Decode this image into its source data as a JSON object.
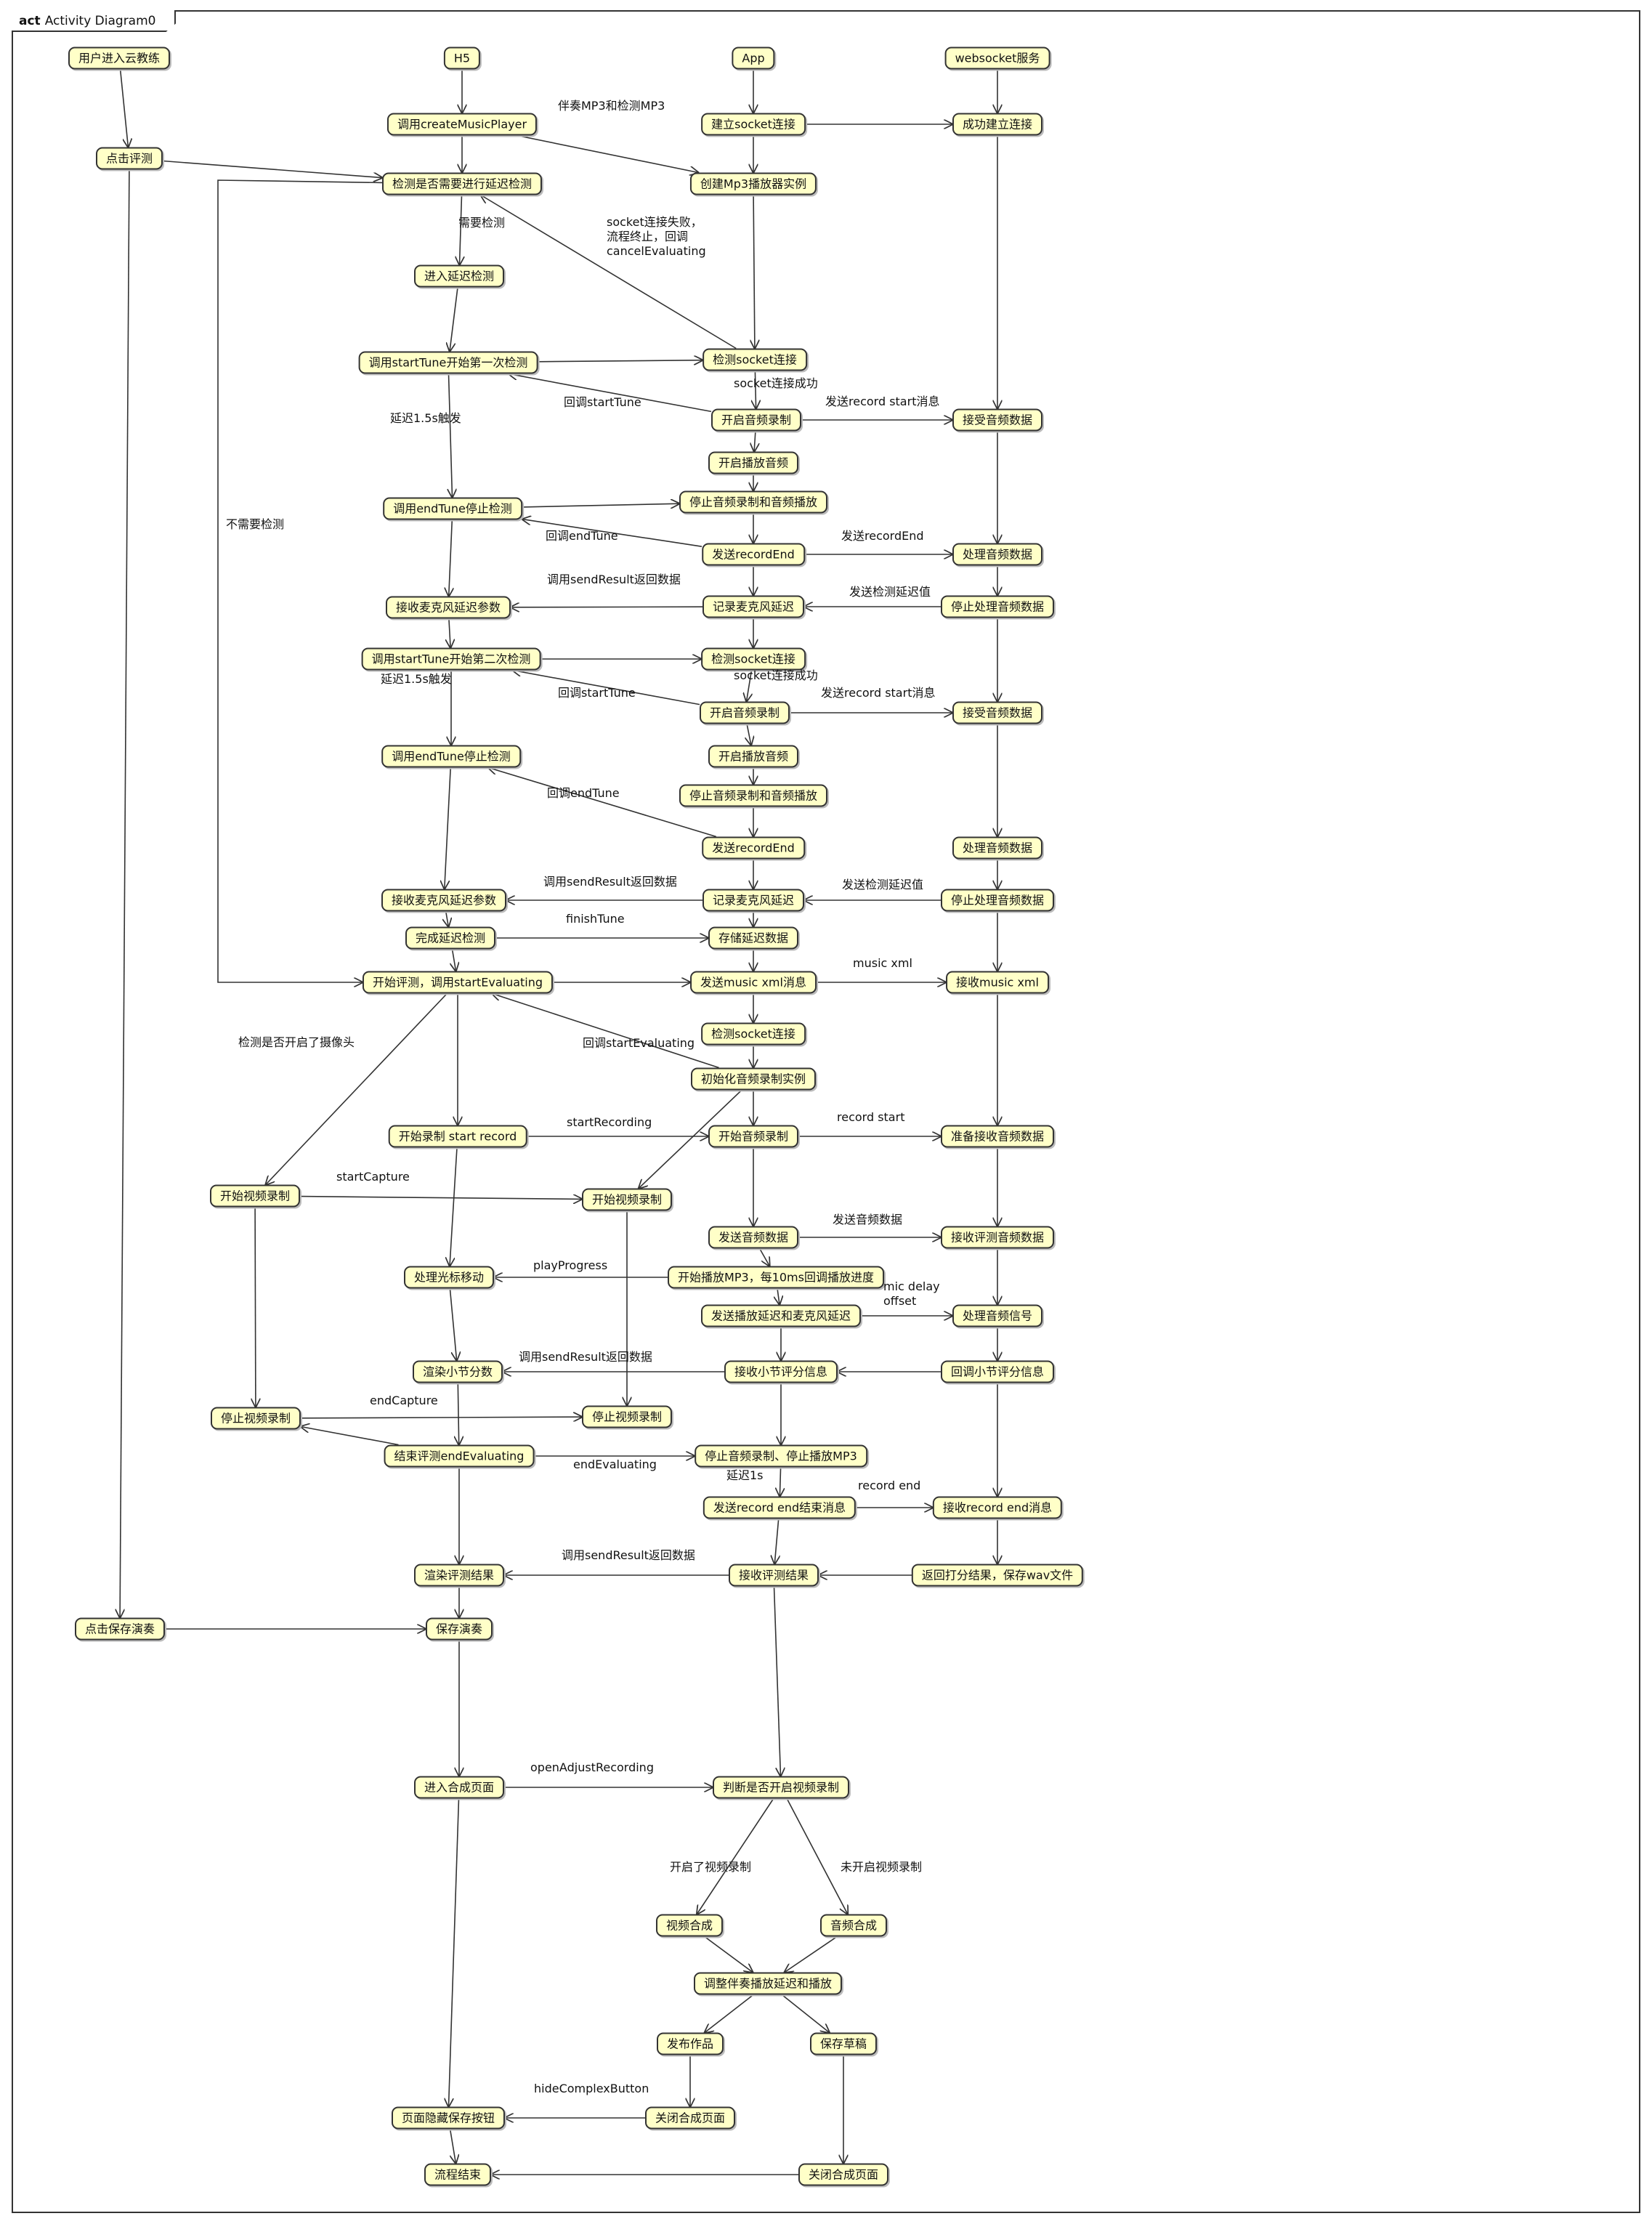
{
  "frame": {
    "keyword": "act",
    "title": "Activity Diagram0"
  },
  "nodes": [
    {
      "id": "user_enter",
      "label": "用户进入云教练"
    },
    {
      "id": "h5",
      "label": "H5"
    },
    {
      "id": "app",
      "label": "App"
    },
    {
      "id": "ws",
      "label": "websocket服务"
    },
    {
      "id": "create_player",
      "label": "调用createMusicPlayer"
    },
    {
      "id": "build_socket",
      "label": "建立socket连接"
    },
    {
      "id": "ws_connected",
      "label": "成功建立连接"
    },
    {
      "id": "click_eval",
      "label": "点击评测"
    },
    {
      "id": "check_delay",
      "label": "检测是否需要进行延迟检测"
    },
    {
      "id": "create_mp3",
      "label": "创建Mp3播放器实例"
    },
    {
      "id": "enter_delay",
      "label": "进入延迟检测"
    },
    {
      "id": "start_tune1",
      "label": "调用startTune开始第一次检测"
    },
    {
      "id": "check_socket1",
      "label": "检测socket连接"
    },
    {
      "id": "start_rec1",
      "label": "开启音频录制"
    },
    {
      "id": "ws_recv1",
      "label": "接受音频数据"
    },
    {
      "id": "start_play1",
      "label": "开启播放音频"
    },
    {
      "id": "end_tune1",
      "label": "调用endTune停止检测"
    },
    {
      "id": "stop_rec1",
      "label": "停止音频录制和音频播放"
    },
    {
      "id": "send_end1",
      "label": "发送recordEnd"
    },
    {
      "id": "ws_proc1",
      "label": "处理音频数据"
    },
    {
      "id": "recv_param1",
      "label": "接收麦克风延迟参数"
    },
    {
      "id": "record_delay1",
      "label": "记录麦克风延迟"
    },
    {
      "id": "ws_stop1",
      "label": "停止处理音频数据"
    },
    {
      "id": "start_tune2",
      "label": "调用startTune开始第二次检测"
    },
    {
      "id": "check_socket2",
      "label": "检测socket连接"
    },
    {
      "id": "start_rec2",
      "label": "开启音频录制"
    },
    {
      "id": "ws_recv2",
      "label": "接受音频数据"
    },
    {
      "id": "start_play2",
      "label": "开启播放音频"
    },
    {
      "id": "end_tune2",
      "label": "调用endTune停止检测"
    },
    {
      "id": "stop_rec2",
      "label": "停止音频录制和音频播放"
    },
    {
      "id": "send_end2",
      "label": "发送recordEnd"
    },
    {
      "id": "ws_proc2",
      "label": "处理音频数据"
    },
    {
      "id": "recv_param2",
      "label": "接收麦克风延迟参数"
    },
    {
      "id": "record_delay2",
      "label": "记录麦克风延迟"
    },
    {
      "id": "ws_stop2",
      "label": "停止处理音频数据"
    },
    {
      "id": "finish_delay",
      "label": "完成延迟检测"
    },
    {
      "id": "store_delay",
      "label": "存储延迟数据"
    },
    {
      "id": "start_eval",
      "label": "开始评测，调用startEvaluating"
    },
    {
      "id": "send_xml",
      "label": "发送music xml消息"
    },
    {
      "id": "ws_xml",
      "label": "接收music xml"
    },
    {
      "id": "check_socket3",
      "label": "检测socket连接"
    },
    {
      "id": "init_rec",
      "label": "初始化音频录制实例"
    },
    {
      "id": "start_record",
      "label": "开始录制 start record"
    },
    {
      "id": "app_start_rec",
      "label": "开始音频录制"
    },
    {
      "id": "ws_prepare",
      "label": "准备接收音频数据"
    },
    {
      "id": "h5_video_start",
      "label": "开始视频录制"
    },
    {
      "id": "app_video_start",
      "label": "开始视频录制"
    },
    {
      "id": "send_audio",
      "label": "发送音频数据"
    },
    {
      "id": "ws_recv_eval",
      "label": "接收评测音频数据"
    },
    {
      "id": "cursor",
      "label": "处理光标移动"
    },
    {
      "id": "play_mp3",
      "label": "开始播放MP3，每10ms回调播放进度"
    },
    {
      "id": "send_delays",
      "label": "发送播放延迟和麦克风延迟"
    },
    {
      "id": "ws_signal",
      "label": "处理音频信号"
    },
    {
      "id": "render_bar",
      "label": "渲染小节分数"
    },
    {
      "id": "app_bar_score",
      "label": "接收小节评分信息"
    },
    {
      "id": "ws_bar_score",
      "label": "回调小节评分信息"
    },
    {
      "id": "h5_video_stop",
      "label": "停止视频录制"
    },
    {
      "id": "app_video_stop",
      "label": "停止视频录制"
    },
    {
      "id": "end_eval",
      "label": "结束评测endEvaluating"
    },
    {
      "id": "stop_all",
      "label": "停止音频录制、停止播放MP3"
    },
    {
      "id": "send_rec_end",
      "label": "发送record end结束消息"
    },
    {
      "id": "ws_rec_end",
      "label": "接收record end消息"
    },
    {
      "id": "render_result",
      "label": "渲染评测结果"
    },
    {
      "id": "app_result",
      "label": "接收评测结果"
    },
    {
      "id": "ws_result",
      "label": "返回打分结果，保存wav文件"
    },
    {
      "id": "click_save",
      "label": "点击保存演奏"
    },
    {
      "id": "save_perf",
      "label": "保存演奏"
    },
    {
      "id": "enter_compose",
      "label": "进入合成页面"
    },
    {
      "id": "judge_video",
      "label": "判断是否开启视频录制"
    },
    {
      "id": "video_compose",
      "label": "视频合成"
    },
    {
      "id": "audio_compose",
      "label": "音频合成"
    },
    {
      "id": "adjust",
      "label": "调整伴奏播放延迟和播放"
    },
    {
      "id": "publish",
      "label": "发布作品"
    },
    {
      "id": "draft",
      "label": "保存草稿"
    },
    {
      "id": "hide_btn",
      "label": "页面隐藏保存按钮"
    },
    {
      "id": "close1",
      "label": "关闭合成页面"
    },
    {
      "id": "flow_end",
      "label": "流程结束"
    },
    {
      "id": "close2",
      "label": "关闭合成页面"
    }
  ],
  "edge_labels": [
    {
      "id": "l_mp3",
      "text": "伴奏MP3和检测MP3"
    },
    {
      "id": "l_need",
      "text": "需要检测"
    },
    {
      "id": "l_fail",
      "text": "socket连接失败，\n流程终止，回调\ncancelEvaluating"
    },
    {
      "id": "l_succ1",
      "text": "socket连接成功"
    },
    {
      "id": "l_cb_start1",
      "text": "回调startTune"
    },
    {
      "id": "l_send_start1",
      "text": "发送record start消息"
    },
    {
      "id": "l_delay1",
      "text": "延迟1.5s触发"
    },
    {
      "id": "l_no_need",
      "text": "不需要检测"
    },
    {
      "id": "l_cb_end1",
      "text": "回调endTune"
    },
    {
      "id": "l_send_end1",
      "text": "发送recordEnd"
    },
    {
      "id": "l_send_result1",
      "text": "调用sendResult返回数据"
    },
    {
      "id": "l_delay_val1",
      "text": "发送检测延迟值"
    },
    {
      "id": "l_delay2",
      "text": "延迟1.5s触发"
    },
    {
      "id": "l_succ2",
      "text": "socket连接成功"
    },
    {
      "id": "l_cb_start2",
      "text": "回调startTune"
    },
    {
      "id": "l_send_start2",
      "text": "发送record start消息"
    },
    {
      "id": "l_cb_end2",
      "text": "回调endTune"
    },
    {
      "id": "l_send_result2",
      "text": "调用sendResult返回数据"
    },
    {
      "id": "l_delay_val2",
      "text": "发送检测延迟值"
    },
    {
      "id": "l_finish_tune",
      "text": "finishTune"
    },
    {
      "id": "l_music_xml",
      "text": "music xml"
    },
    {
      "id": "l_camera",
      "text": "检测是否开启了摄像头"
    },
    {
      "id": "l_cb_eval",
      "text": "回调startEvaluating"
    },
    {
      "id": "l_start_rec",
      "text": "startRecording"
    },
    {
      "id": "l_rec_start",
      "text": "record start"
    },
    {
      "id": "l_start_capture",
      "text": "startCapture"
    },
    {
      "id": "l_send_audio",
      "text": "发送音频数据"
    },
    {
      "id": "l_progress",
      "text": "playProgress"
    },
    {
      "id": "l_mic",
      "text": "mic delay\noffset"
    },
    {
      "id": "l_send_result3",
      "text": "调用sendResult返回数据"
    },
    {
      "id": "l_end_capture",
      "text": "endCapture"
    },
    {
      "id": "l_end_eval",
      "text": "endEvaluating"
    },
    {
      "id": "l_delay_1s",
      "text": "延迟1s"
    },
    {
      "id": "l_rec_end",
      "text": "record end"
    },
    {
      "id": "l_send_result4",
      "text": "调用sendResult返回数据"
    },
    {
      "id": "l_open_adjust",
      "text": "openAdjustRecording"
    },
    {
      "id": "l_video_on",
      "text": "开启了视频录制"
    },
    {
      "id": "l_video_off",
      "text": "未开启视频录制"
    },
    {
      "id": "l_hide_btn",
      "text": "hideComplexButton"
    }
  ]
}
